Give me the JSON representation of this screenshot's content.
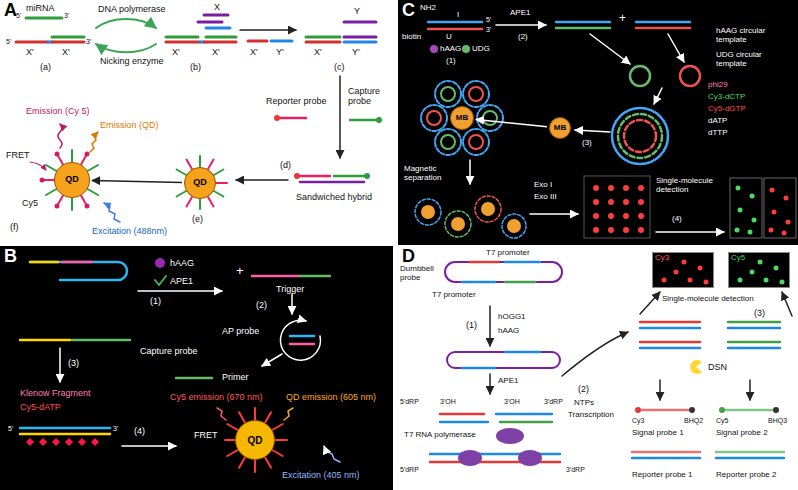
{
  "diagram": {
    "nodes": [
      {
        "text": [
          "A"
        ]
      },
      {
        "text": [
          "QD"
        ],
        "in": 0
      },
      {
        "text": [
          "QD"
        ],
        "in": 0
      },
      {
        "text": [
          "B"
        ]
      },
      {
        "text": [
          "QD"
        ],
        "in": 3
      },
      {
        "text": [
          "C"
        ]
      },
      {
        "text": [
          "MB"
        ],
        "in": 5
      },
      {
        "text": [
          "MB"
        ],
        "in": 5
      },
      {
        "text": [
          "D"
        ]
      },
      {
        "text": [
          "Cy3"
        ],
        "in": 8
      },
      {
        "text": [
          "Cy5"
        ],
        "in": 8
      }
    ],
    "edges": [
      {
        "from": 1,
        "to": 2,
        "arrow": "to"
      },
      {
        "from": 7,
        "to": 6,
        "arrow": "to"
      }
    ],
    "labels": [
      "miRNA",
      "5'",
      "3'",
      "5'",
      "3'",
      "X'",
      "X'",
      "(a)",
      "DNA polymerase",
      "Nicking enzyme",
      "X",
      "X'",
      "X'",
      "(b)",
      "X'",
      "Y'",
      "Y",
      "X'",
      "Y'",
      "(c)",
      "Reporter probe",
      "Capture probe",
      "Sandwiched hybrid",
      "(d)",
      "(e)",
      "Emission (Cy 5)",
      "Emission (QD)",
      "FRET",
      "Cy5",
      "(f)",
      "Excitation (488nm)",
      "hAAG",
      "APE1",
      "(1)",
      "+",
      "Trigger",
      "(2)",
      "AP probe",
      "Capture probe",
      "(3)",
      "Primer",
      "Klenow Fragment",
      "Cy5-dATP",
      "(4)",
      "Cy5 emission (670 nm)",
      "QD emission (605 nm)",
      "FRET",
      "Excitation (405 nm)",
      "5'",
      "3'",
      "NH2",
      "I",
      "5'",
      "3'",
      "biotin",
      "U",
      "hAAG",
      "(1)",
      "UDG",
      "APE1",
      "(2)",
      "+",
      "hAAG circular template",
      "UDG circular template",
      "phi29",
      "Cy3-dCTP",
      "Cy5-dGTP",
      "dATP",
      "dTTP",
      "(3)",
      "Magnetic separation",
      "Exo I",
      "Exo III",
      "Single-molecule detection",
      "(4)",
      "T7 promoter",
      "Dumbbell probe",
      "T7 promoter",
      "(1)",
      "hOGG1",
      "hAAG",
      "APE1",
      "5'dRP",
      "3'OH",
      "3'OH",
      "3'dRP",
      "T7 RNA polymerase",
      "(2)",
      "NTPs",
      "Transcription",
      "5'dRP",
      "3'dRP",
      "Single-molecule detection",
      "(3)",
      "DSN",
      "Cy3",
      "BHQ2",
      "Signal probe 1",
      "Cy5",
      "BHQ3",
      "Signal probe 2",
      "Reporter probe 1",
      "Reporter probe 2"
    ]
  }
}
